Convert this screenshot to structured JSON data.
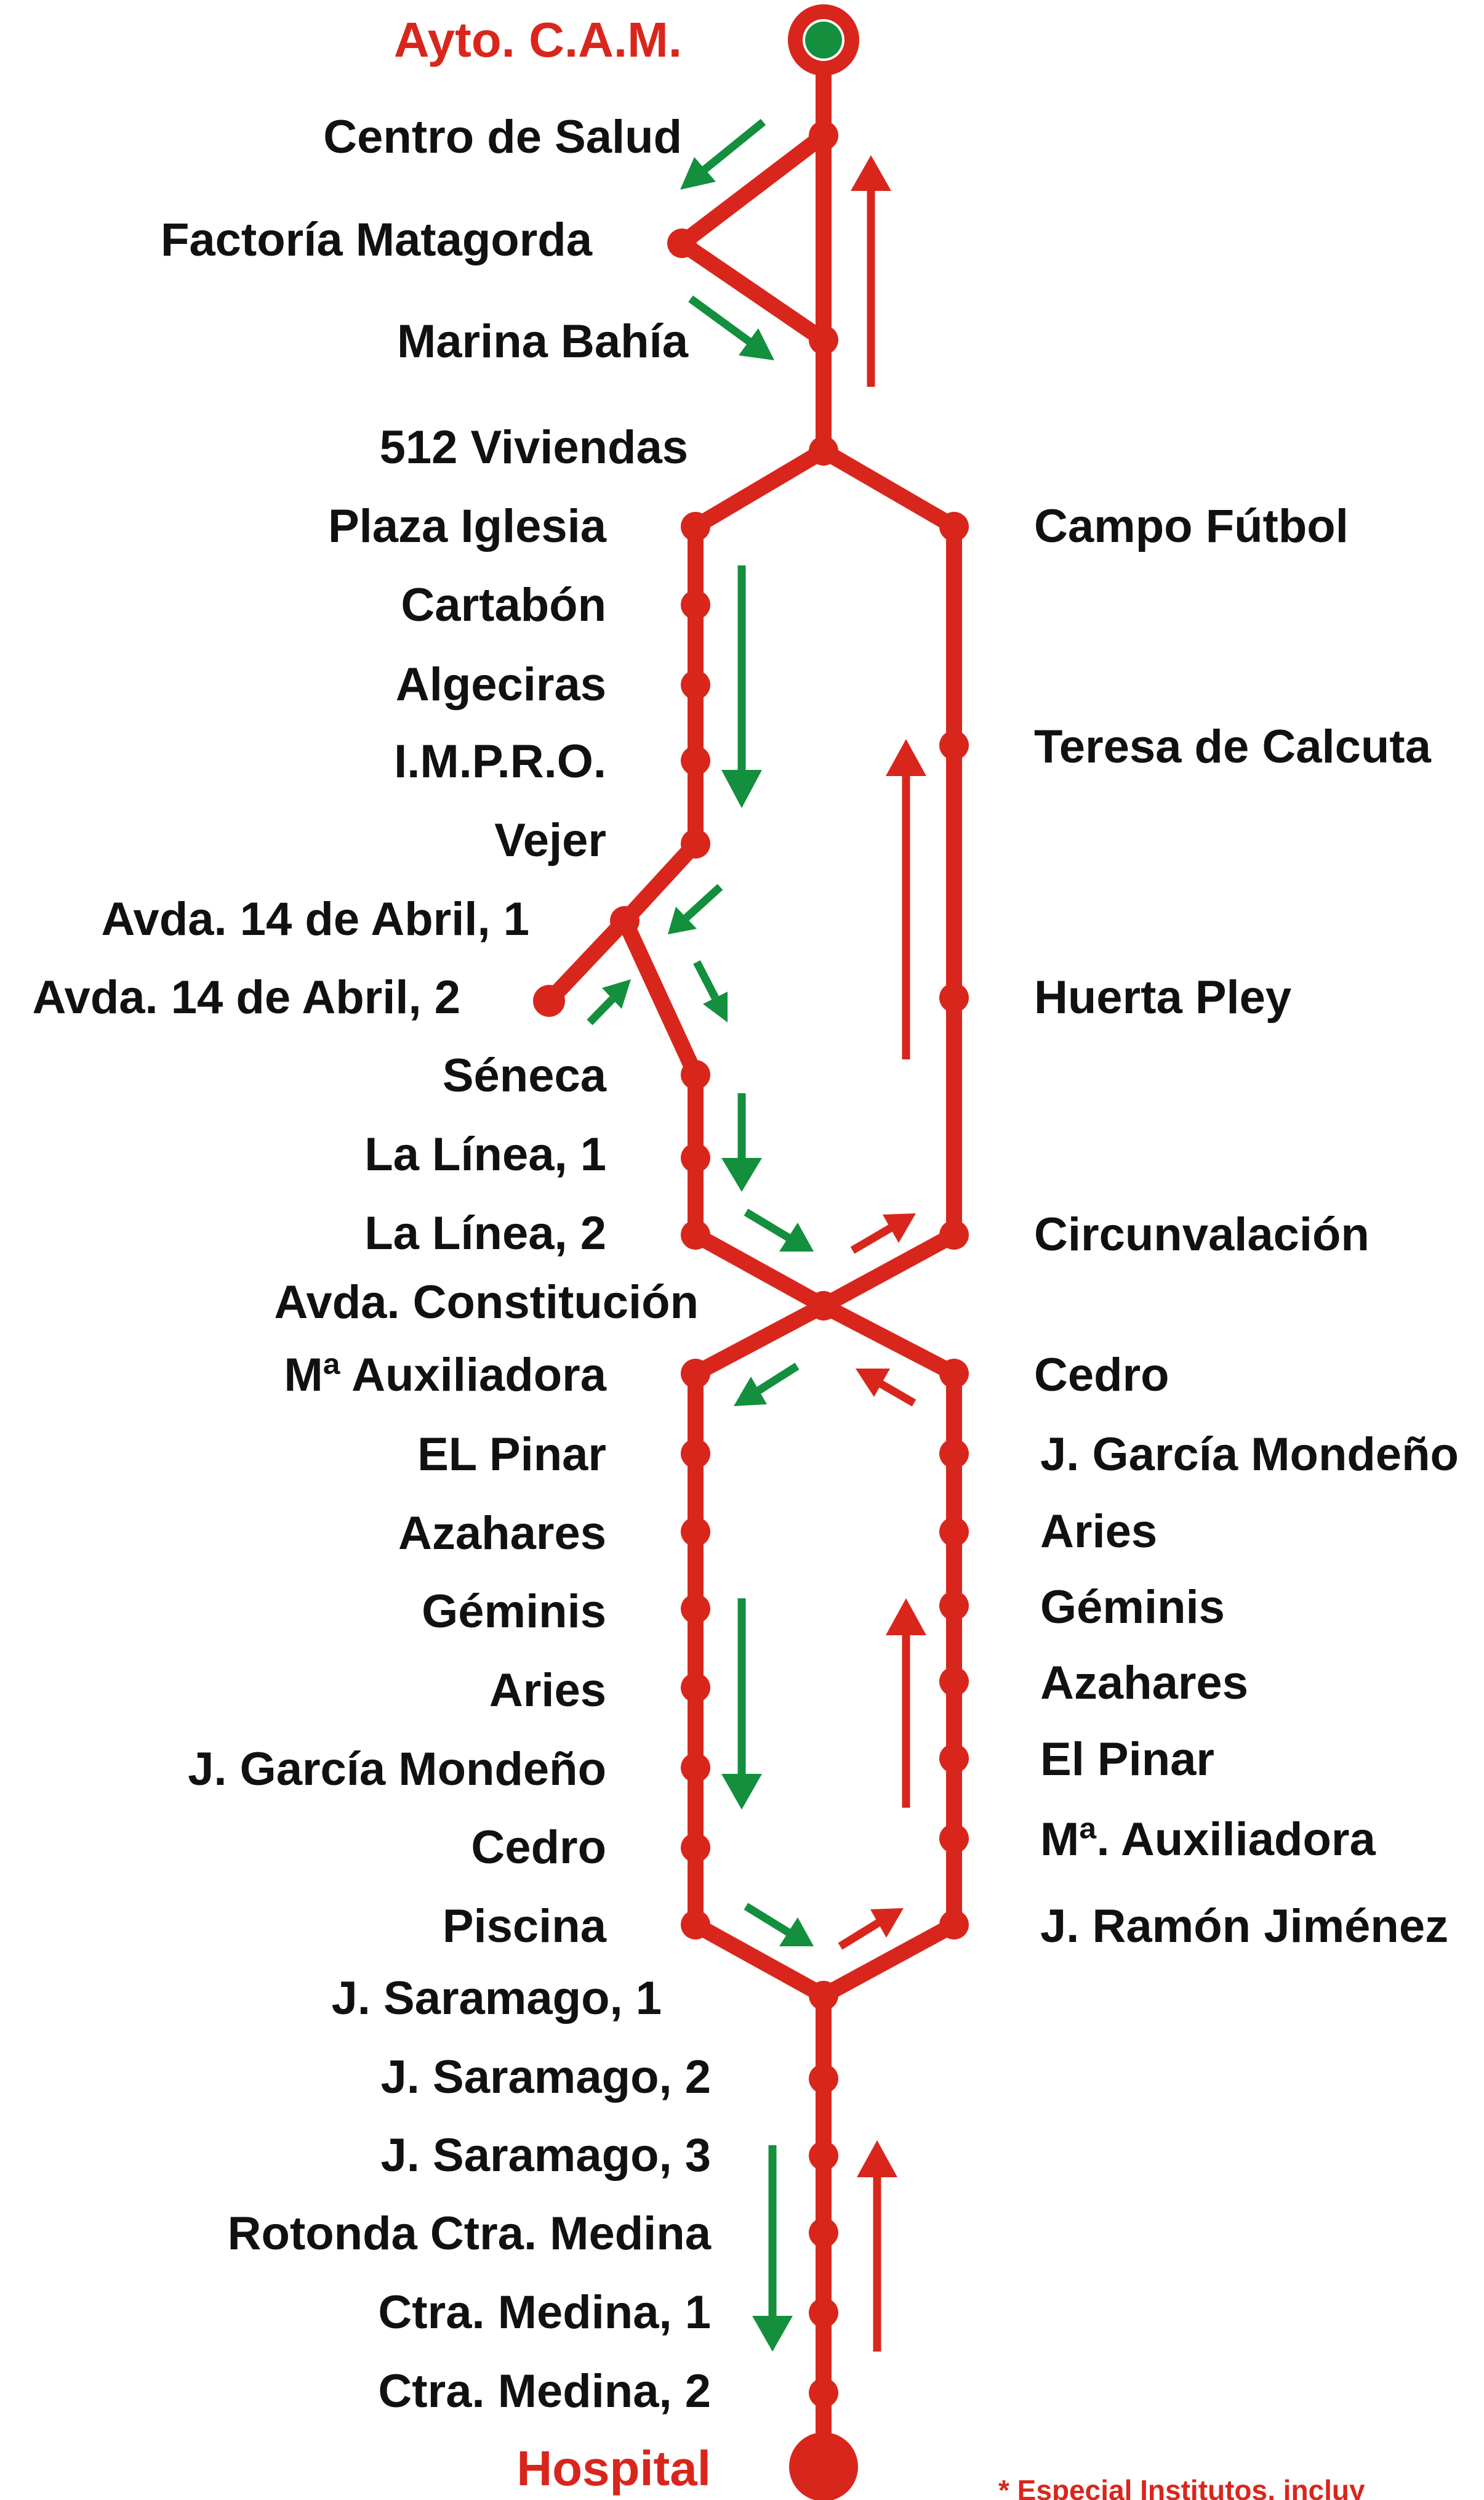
{
  "colors": {
    "route": "#d9261c",
    "outbound": "#138f3e",
    "inbound": "#d9261c",
    "text": "#111111",
    "start_fill": "#138f3e"
  },
  "terminals": {
    "origin": "Ayto. C.A.M.",
    "destination": "Hospital"
  },
  "note": "* Especial Institutos, incluy",
  "stops": {
    "centro_salud": "Centro de Salud",
    "factoria": "Factoría Matagorda",
    "marina": "Marina Bahía",
    "viv512": "512 Viviendas",
    "plaza_iglesia": "Plaza Iglesia",
    "cartabon": "Cartabón",
    "algeciras": "Algeciras",
    "impro": "I.M.P.R.O.",
    "vejer": "Vejer",
    "abril1": "Avda. 14 de Abril, 1",
    "abril2": "Avda. 14 de Abril, 2",
    "seneca": "Séneca",
    "linea1": "La Línea, 1",
    "linea2": "La Línea, 2",
    "constitucion": "Avda. Constitución",
    "auxiliadora_l": "Mª Auxiliadora",
    "pinar_l": "EL Pinar",
    "azahares_l": "Azahares",
    "geminis_l": "Géminis",
    "aries_l": "Aries",
    "garcia_l": "J. García Mondeño",
    "cedro_l": "Cedro",
    "piscina": "Piscina",
    "saramago1": "J. Saramago, 1",
    "saramago2": "J. Saramago, 2",
    "saramago3": "J. Saramago, 3",
    "rotonda": "Rotonda Ctra. Medina",
    "medina1": "Ctra. Medina, 1",
    "medina2": "Ctra. Medina, 2",
    "campo_futbol": "Campo Fútbol",
    "teresa": "Teresa de Calcuta",
    "huerta": "Huerta Pley",
    "circunvalacion": "Circunvalación",
    "cedro_r": "Cedro",
    "garcia_r": "J. García Mondeño",
    "aries_r": "Aries",
    "geminis_r": "Géminis",
    "azahares_r": "Azahares",
    "pinar_r": "El Pinar",
    "auxiliadora_r": "Mª. Auxiliadora",
    "jimenez": "J. Ramón Jiménez"
  }
}
